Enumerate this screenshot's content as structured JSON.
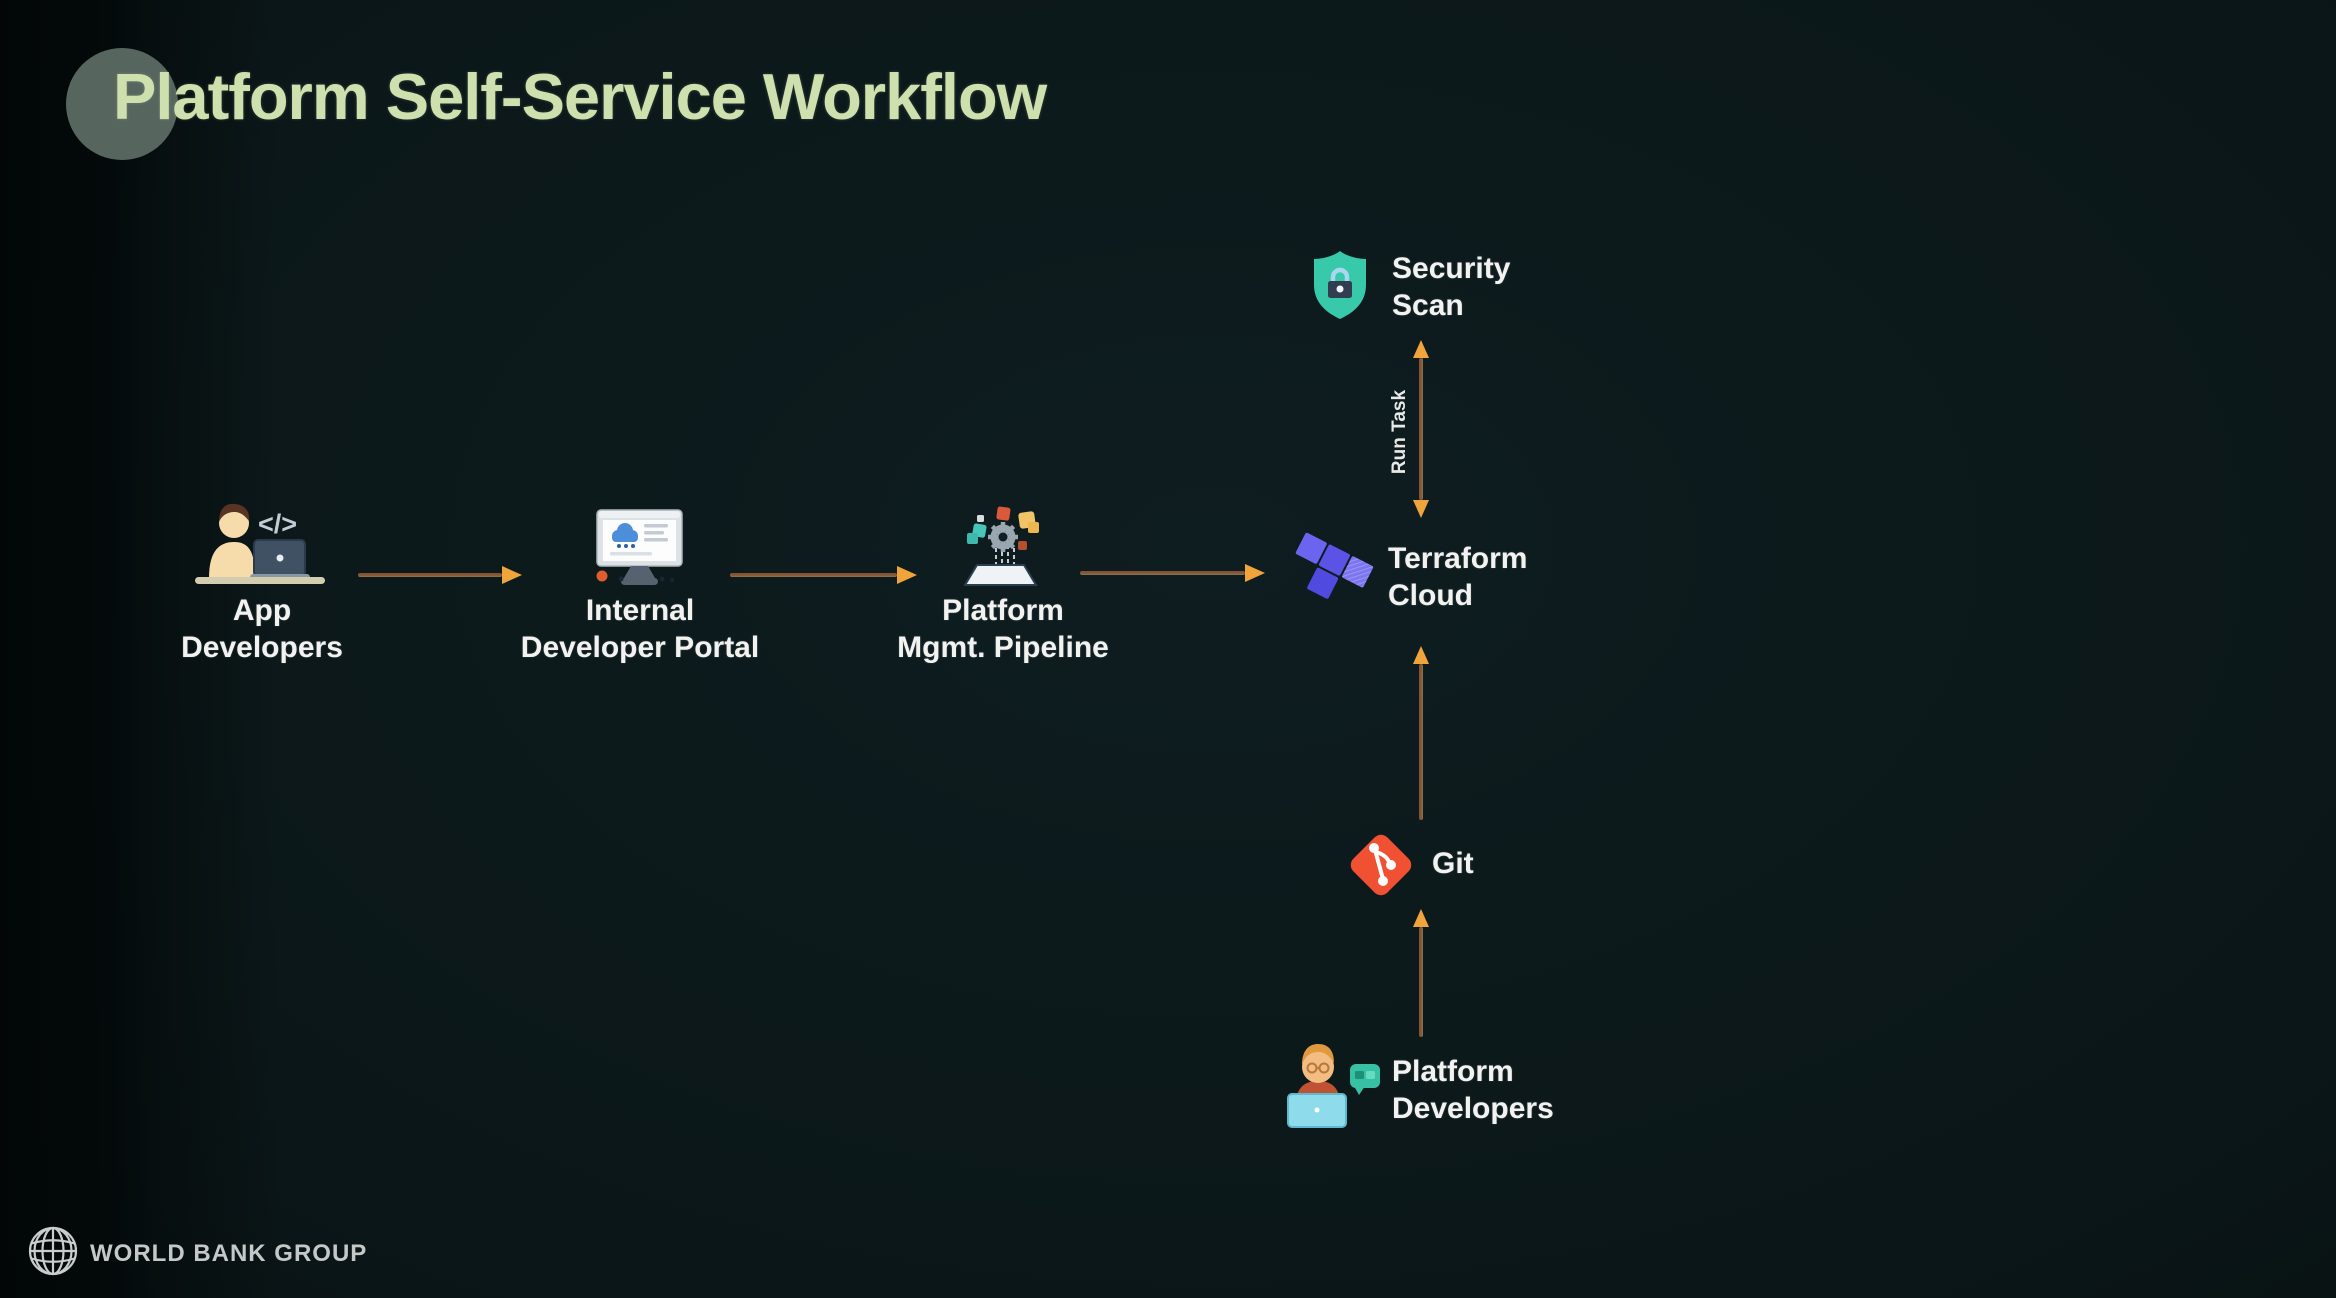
{
  "title": {
    "text": "Platform Self-Service Workflow"
  },
  "footer": {
    "brand": "WORLD BANK GROUP"
  },
  "workflow": {
    "run_task_label": "Run Task",
    "nodes": {
      "app_developers": {
        "line1": "App",
        "line2": "Developers",
        "icon": "developer-with-laptop-icon",
        "code_glyph": "</>"
      },
      "internal_dev_portal": {
        "line1": "Internal",
        "line2": "Developer Portal",
        "icon": "portal-monitor-icon"
      },
      "platform_mgmt_pipeline": {
        "line1": "Platform",
        "line2": "Mgmt. Pipeline",
        "icon": "pipeline-hologram-icon"
      },
      "terraform_cloud": {
        "line1": "Terraform",
        "line2": "Cloud",
        "icon": "terraform-logo-icon"
      },
      "security_scan": {
        "line1": "Security",
        "line2": "Scan",
        "icon": "security-shield-lock-icon"
      },
      "git": {
        "line1": "Git",
        "icon": "git-logo-icon"
      },
      "platform_developers": {
        "line1": "Platform",
        "line2": "Developers",
        "icon": "developer-with-chat-icon"
      }
    }
  },
  "colors": {
    "background": "#0c191b",
    "title_text": "#cde0ad",
    "title_circle": "#5c6a64",
    "label_text": "#f2f3f1",
    "arrow_head": "#f2a43c",
    "arrow_stem_red": "#93492f",
    "arrow_stem_olive": "#8d7a4e",
    "terraform_purple": "#5a53e6",
    "git_orange": "#f05133",
    "shield_teal": "#38c9ab"
  }
}
